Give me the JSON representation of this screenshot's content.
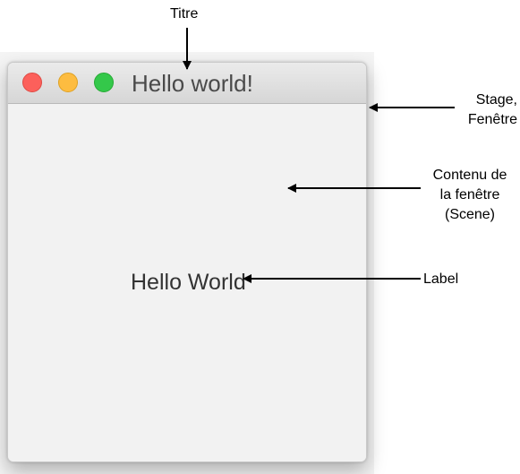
{
  "window": {
    "title": "Hello world!",
    "label_text": "Hello World",
    "buttons": [
      "close-button",
      "minimize-button",
      "maximize-button"
    ],
    "colors": {
      "close": "#fc605b",
      "minimize": "#fdbc40",
      "maximize": "#34c84a"
    }
  },
  "annotations": {
    "title": "Titre",
    "stage_line1": "Stage,",
    "stage_line2": "Fenêtre",
    "scene_line1": "Contenu de",
    "scene_line2": "la fenêtre",
    "scene_line3": "(Scene)",
    "label": "Label"
  }
}
